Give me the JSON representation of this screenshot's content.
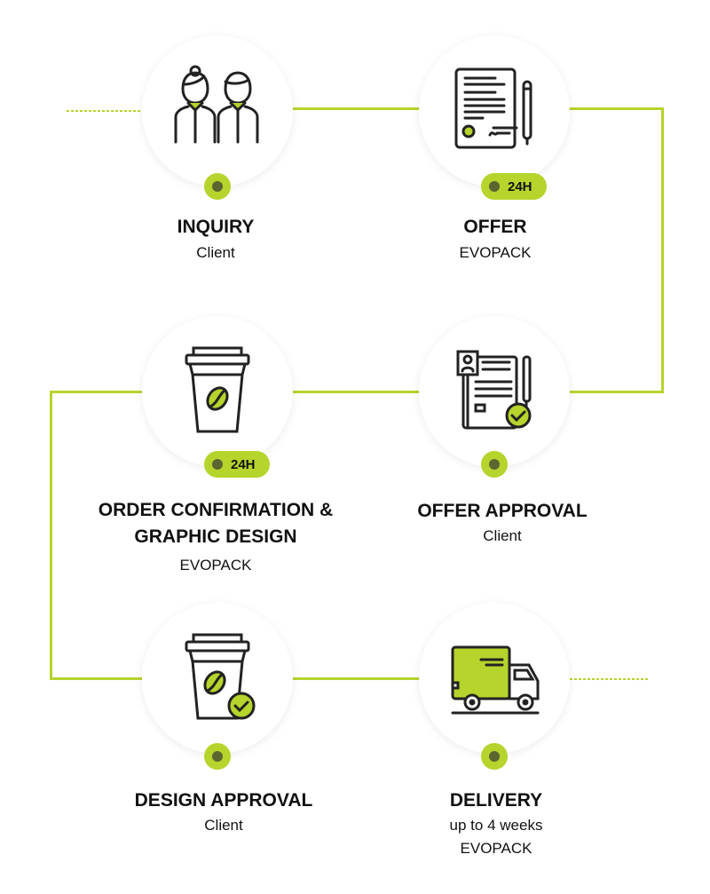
{
  "steps": [
    {
      "title": "INQUIRY",
      "subtitle": "Client",
      "icon": "people-icon"
    },
    {
      "title": "OFFER",
      "subtitle": "EVOPACK",
      "badge": "24H",
      "icon": "document-icon"
    },
    {
      "title": "OFFER APPROVAL",
      "subtitle": "Client",
      "icon": "document-approved-icon"
    },
    {
      "title_line1": "ORDER CONFIRMATION &",
      "title_line2": "GRAPHIC DESIGN",
      "subtitle": "EVOPACK",
      "badge": "24H",
      "icon": "coffee-cup-icon"
    },
    {
      "title": "DESIGN APPROVAL",
      "subtitle": "Client",
      "icon": "coffee-cup-check-icon"
    },
    {
      "title": "DELIVERY",
      "subtitle": "up to 4 weeks",
      "subtitle2": "EVOPACK",
      "icon": "truck-icon"
    }
  ],
  "colors": {
    "accent": "#b5d42c",
    "dot": "#5a6530",
    "text": "#111111"
  }
}
